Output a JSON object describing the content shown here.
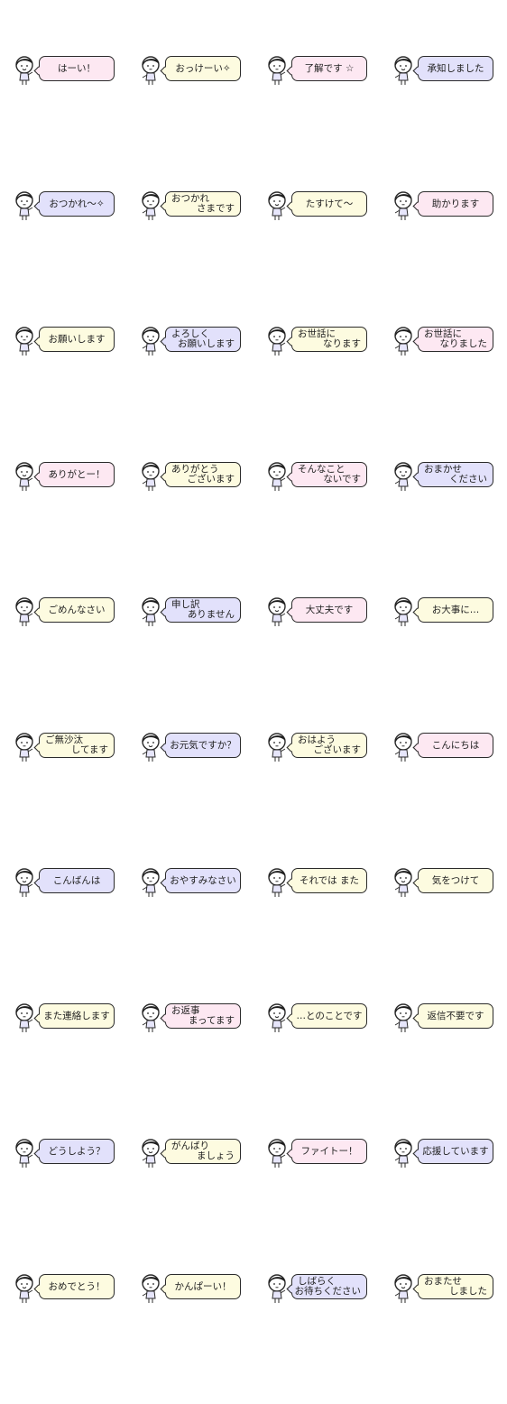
{
  "palette": {
    "pink": "#fde8f2",
    "yellow": "#fdfbe0",
    "lavender": "#e2e1fb",
    "outline": "#2b2b2b",
    "text": "#222222"
  },
  "stickers": [
    {
      "lines": [
        "はーい！"
      ],
      "color": "#fde8f2"
    },
    {
      "lines": [
        "おっけーい✧"
      ],
      "color": "#fdfbe0"
    },
    {
      "lines": [
        "了解です ☆"
      ],
      "color": "#fde8f2"
    },
    {
      "lines": [
        "承知しました"
      ],
      "color": "#e2e1fb"
    },
    {
      "lines": [
        "おつかれ〜✧"
      ],
      "color": "#e2e1fb"
    },
    {
      "lines": [
        "おつかれ",
        "さまです"
      ],
      "color": "#fdfbe0"
    },
    {
      "lines": [
        "たすけて〜"
      ],
      "color": "#fdfbe0"
    },
    {
      "lines": [
        "助かります"
      ],
      "color": "#fde8f2"
    },
    {
      "lines": [
        "お願いします"
      ],
      "color": "#fdfbe0"
    },
    {
      "lines": [
        "よろしく",
        "お願いします"
      ],
      "color": "#e2e1fb"
    },
    {
      "lines": [
        "お世話に",
        "なります"
      ],
      "color": "#fdfbe0"
    },
    {
      "lines": [
        "お世話に",
        "なりました"
      ],
      "color": "#fde8f2"
    },
    {
      "lines": [
        "ありがとー！"
      ],
      "color": "#fde8f2"
    },
    {
      "lines": [
        "ありがとう",
        "ございます"
      ],
      "color": "#fdfbe0"
    },
    {
      "lines": [
        "そんなこと",
        "ないです"
      ],
      "color": "#fde8f2"
    },
    {
      "lines": [
        "おまかせ",
        "ください"
      ],
      "color": "#e2e1fb"
    },
    {
      "lines": [
        "ごめんなさい"
      ],
      "color": "#fdfbe0"
    },
    {
      "lines": [
        "申し訳",
        "ありません"
      ],
      "color": "#e2e1fb"
    },
    {
      "lines": [
        "大丈夫です"
      ],
      "color": "#fde8f2"
    },
    {
      "lines": [
        "お大事に…"
      ],
      "color": "#fdfbe0"
    },
    {
      "lines": [
        "ご無沙汰",
        "してます"
      ],
      "color": "#fdfbe0"
    },
    {
      "lines": [
        "お元気ですか？"
      ],
      "color": "#e2e1fb"
    },
    {
      "lines": [
        "おはよう",
        "ございます"
      ],
      "color": "#fdfbe0"
    },
    {
      "lines": [
        "こんにちは"
      ],
      "color": "#fde8f2"
    },
    {
      "lines": [
        "こんばんは"
      ],
      "color": "#e2e1fb"
    },
    {
      "lines": [
        "おやすみなさい"
      ],
      "color": "#e2e1fb"
    },
    {
      "lines": [
        "それでは また"
      ],
      "color": "#fdfbe0"
    },
    {
      "lines": [
        "気をつけて"
      ],
      "color": "#fdfbe0"
    },
    {
      "lines": [
        "また連絡します"
      ],
      "color": "#fdfbe0"
    },
    {
      "lines": [
        "お返事",
        "まってます"
      ],
      "color": "#fde8f2"
    },
    {
      "lines": [
        "…とのことです"
      ],
      "color": "#fdfbe0"
    },
    {
      "lines": [
        "返信不要です"
      ],
      "color": "#fdfbe0"
    },
    {
      "lines": [
        "どうしよう？"
      ],
      "color": "#e2e1fb"
    },
    {
      "lines": [
        "がんばり",
        "ましょう"
      ],
      "color": "#fdfbe0"
    },
    {
      "lines": [
        "ファイトー！"
      ],
      "color": "#fde8f2"
    },
    {
      "lines": [
        "応援しています"
      ],
      "color": "#e2e1fb"
    },
    {
      "lines": [
        "おめでとう！"
      ],
      "color": "#fdfbe0"
    },
    {
      "lines": [
        "かんぱーい！"
      ],
      "color": "#fdfbe0"
    },
    {
      "lines": [
        "しばらく",
        "お待ちください"
      ],
      "color": "#e2e1fb"
    },
    {
      "lines": [
        "おまたせ",
        "しました"
      ],
      "color": "#fdfbe0"
    }
  ]
}
